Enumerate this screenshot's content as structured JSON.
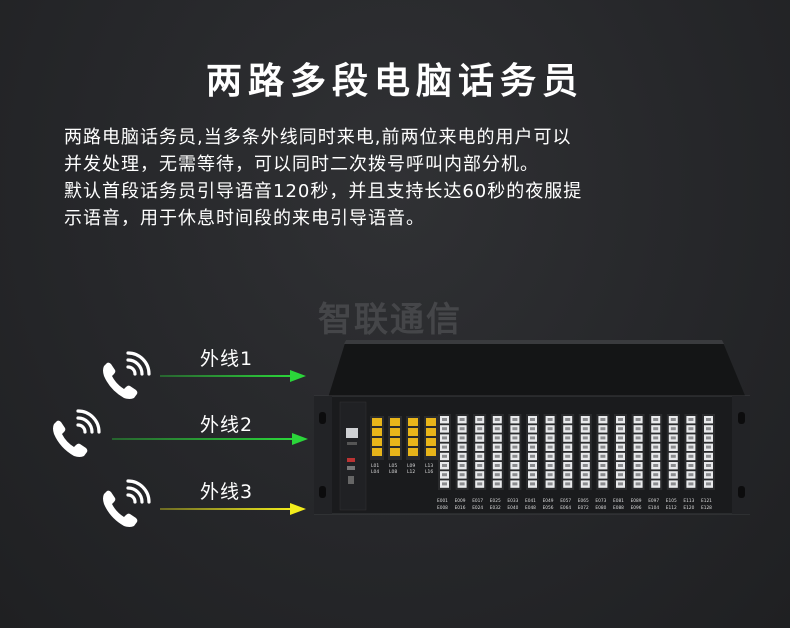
{
  "title": "两路多段电脑话务员",
  "description": [
    "两路电脑话务员,当多条外线同时来电,前两位来电的用户可以",
    "并发处理，无需等待，可以同时二次拨号呼叫内部分机。",
    "默认首段话务员引导语音120秒，并且支持长达60秒的夜服提",
    "示语音，用于休息时间段的来电引导语音。"
  ],
  "watermark": "智联通信",
  "lines": [
    {
      "label": "外线1",
      "color": "#2bd63a",
      "icon": "phone-call-icon"
    },
    {
      "label": "外线2",
      "color": "#2bd63a",
      "icon": "phone-call-icon"
    },
    {
      "label": "外线3",
      "color": "#f2ec1c",
      "icon": "phone-call-icon"
    }
  ],
  "device": {
    "trunk_top": [
      "L01",
      "L05",
      "L09",
      "L13"
    ],
    "trunk_bottom": [
      "L04",
      "L08",
      "L12",
      "L16"
    ],
    "ext_top": [
      "E001",
      "E009",
      "E017",
      "E025",
      "E033",
      "E041",
      "E049",
      "E057",
      "E065",
      "E073",
      "E081",
      "E089",
      "E097",
      "E105",
      "E113",
      "E121"
    ],
    "ext_bottom": [
      "E008",
      "E016",
      "E024",
      "E032",
      "E040",
      "E048",
      "E056",
      "E064",
      "E072",
      "E080",
      "E088",
      "E096",
      "E104",
      "E112",
      "E120",
      "E128"
    ]
  }
}
